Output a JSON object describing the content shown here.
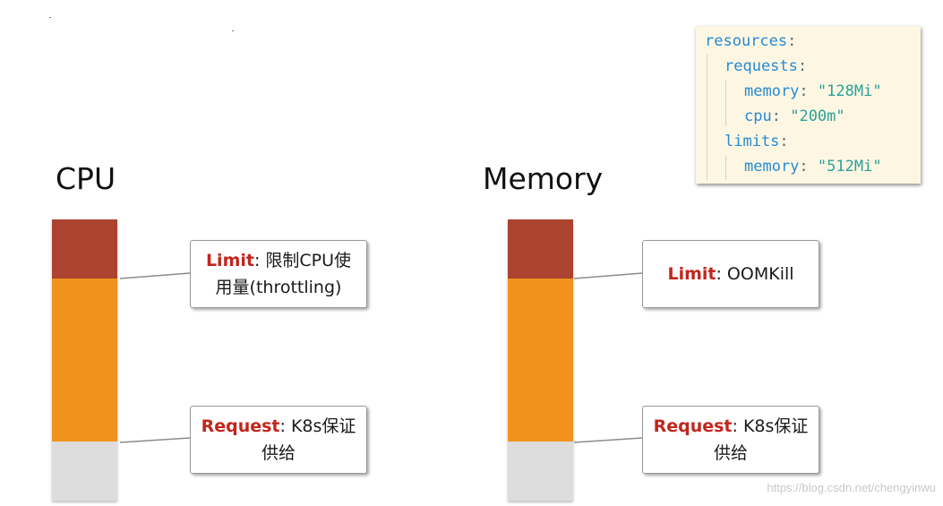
{
  "cpu": {
    "title": "CPU",
    "limit_callout": {
      "keyword": "Limit",
      "text_line1": ": 限制CPU使",
      "text_line2": "用量(throttling)"
    },
    "request_callout": {
      "keyword": "Request",
      "text_line1": ": K8s保证",
      "text_line2": "供给"
    }
  },
  "memory": {
    "title": "Memory",
    "limit_callout": {
      "keyword": "Limit",
      "text_line1": ": OOMKill"
    },
    "request_callout": {
      "keyword": "Request",
      "text_line1": ": K8s保证",
      "text_line2": "供给"
    }
  },
  "colors": {
    "limit": "#ac4330",
    "request": "#f2921e",
    "base": "#dddddd",
    "keyword": "#c0261d"
  },
  "yaml": {
    "resources_key": "resources",
    "requests_key": "requests",
    "limits_key": "limits",
    "memory_key": "memory",
    "cpu_key": "cpu",
    "colon": ":",
    "requests_memory_value": "\"128Mi\"",
    "requests_cpu_value": "\"200m\"",
    "limits_memory_value": "\"512Mi\""
  },
  "watermark": "https://blog.csdn.net/chengyinwu"
}
